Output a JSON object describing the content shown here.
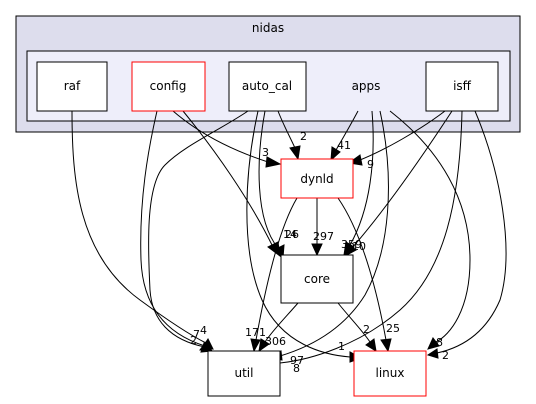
{
  "colors": {
    "outer_cluster_fill": "#dddded",
    "outer_cluster_stroke": "#000000",
    "inner_cluster_fill": "#eeeefa",
    "inner_cluster_stroke": "#000000",
    "node_fill": "#ffffff",
    "node_stroke": "#000000",
    "highlight_stroke": "#ff0000",
    "edge": "#000000"
  },
  "clusters": {
    "outer": "nidas",
    "inner": "apps"
  },
  "nodes": {
    "raf": "raf",
    "config": "config",
    "auto_cal": "auto_cal",
    "isff": "isff",
    "dynld": "dynld",
    "core": "core",
    "util": "util",
    "linux": "linux"
  },
  "edges": [
    {
      "from": "raf",
      "to": "util",
      "label": "2"
    },
    {
      "from": "config",
      "to": "util",
      "label": "7"
    },
    {
      "from": "config",
      "to": "dynld",
      "label": "3"
    },
    {
      "from": "config",
      "to": "core",
      "label": "14"
    },
    {
      "from": "auto_cal",
      "to": "dynld",
      "label": "2"
    },
    {
      "from": "auto_cal",
      "to": "core",
      "label": "26"
    },
    {
      "from": "auto_cal",
      "to": "util",
      "label": "4"
    },
    {
      "from": "auto_cal",
      "to": "linux",
      "label": "1"
    },
    {
      "from": "apps",
      "to": "dynld",
      "label": "41"
    },
    {
      "from": "apps",
      "to": "core",
      "label": "359"
    },
    {
      "from": "apps",
      "to": "util",
      "label": "97"
    },
    {
      "from": "apps",
      "to": "linux",
      "label": "8"
    },
    {
      "from": "isff",
      "to": "dynld",
      "label": "9"
    },
    {
      "from": "isff",
      "to": "core",
      "label": "10"
    },
    {
      "from": "isff",
      "to": "util",
      "label": "8"
    },
    {
      "from": "isff",
      "to": "linux",
      "label": "2"
    },
    {
      "from": "dynld",
      "to": "core",
      "label": "297"
    },
    {
      "from": "dynld",
      "to": "util",
      "label": "171"
    },
    {
      "from": "dynld",
      "to": "linux",
      "label": "25"
    },
    {
      "from": "core",
      "to": "util",
      "label": "306"
    },
    {
      "from": "core",
      "to": "linux",
      "label": "2"
    }
  ]
}
